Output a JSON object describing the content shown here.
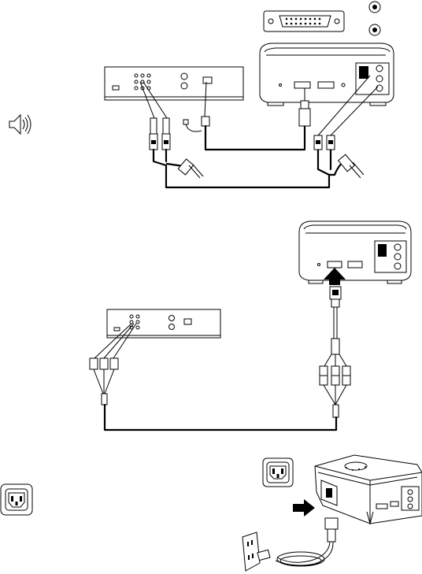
{
  "panels": [
    {
      "id": "audio-video-dvi-connection",
      "icons": [
        "dvi-port-icon",
        "audio-jack-icon",
        "speaker-icon"
      ]
    },
    {
      "id": "component-video-connection",
      "icons": [
        "m1-connector-icon",
        "rca-connector-icon"
      ]
    },
    {
      "id": "power-connection",
      "icons": [
        "power-inlet-icon",
        "wall-outlet-icon",
        "insert-arrow-icon"
      ]
    }
  ],
  "colors": {
    "line": "#000000",
    "fill": "#ffffff",
    "shade": "#d0d0d0",
    "dark": "#333333"
  }
}
